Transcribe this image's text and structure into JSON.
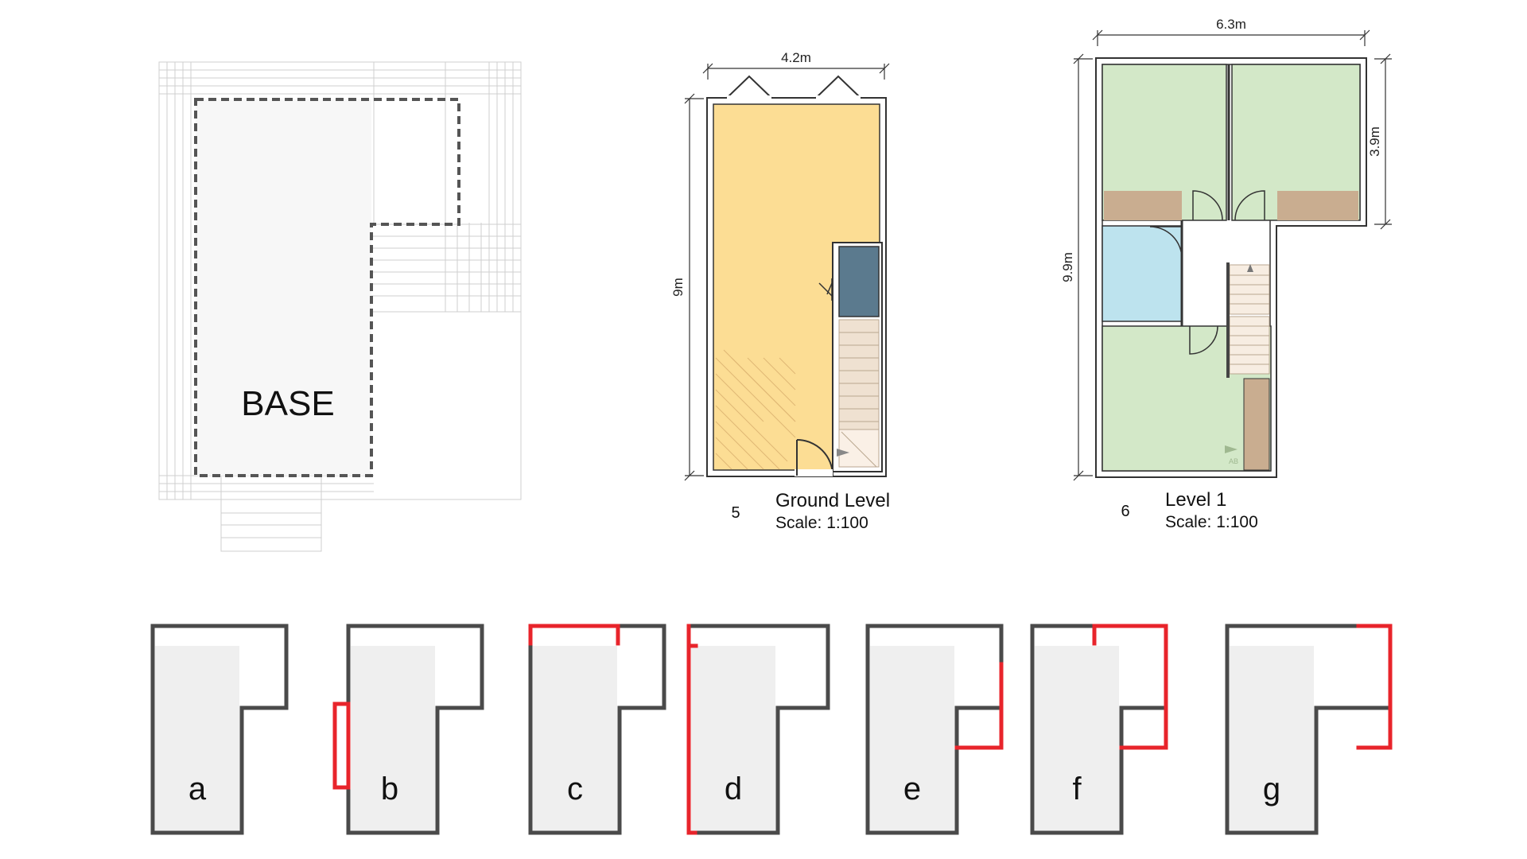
{
  "base_plan": {
    "label": "BASE"
  },
  "ground_level": {
    "number": "5",
    "title": "Ground Level",
    "scale": "Scale: 1:100",
    "width_dim": "4.2m",
    "height_dim": "9m"
  },
  "level_1": {
    "number": "6",
    "title": "Level 1",
    "scale": "Scale: 1:100",
    "width_dim": "6.3m",
    "height_dim": "9.9m",
    "side_dim": "3.9m",
    "stair_note": "AB"
  },
  "variants": [
    {
      "label": "a"
    },
    {
      "label": "b"
    },
    {
      "label": "c"
    },
    {
      "label": "d"
    },
    {
      "label": "e"
    },
    {
      "label": "f"
    },
    {
      "label": "g"
    }
  ],
  "colors": {
    "ground_floor": "#fcdd94",
    "bedroom": "#d3e8c8",
    "bathroom": "#bde3ee",
    "storage": "#c9ad90",
    "kitchen_block": "#5b7a8e",
    "stair": "#efe1d1",
    "outline": "#4a4a4a",
    "highlight": "#e8242b",
    "fill_gray": "#efefef"
  }
}
